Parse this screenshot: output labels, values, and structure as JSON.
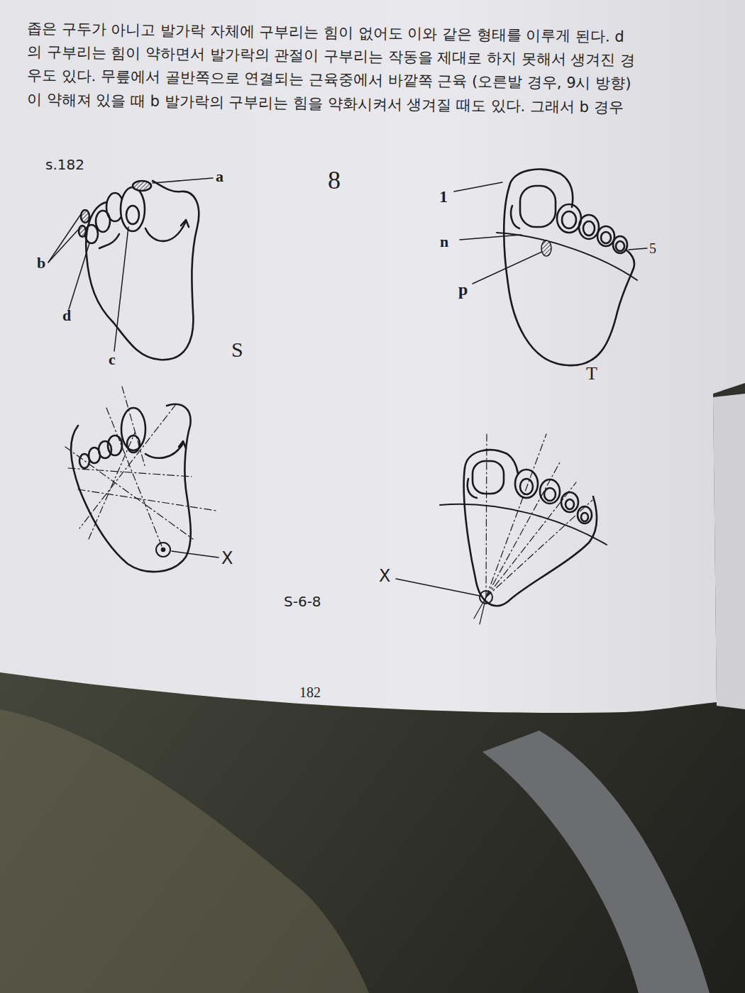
{
  "diagram": {
    "labels": [
      "좁은 구두가 아니고 발가락 자체에 구부리는 힘이 없어도 이와 같은 형태를 이루게 된다. d",
      "의 구부리는 힘이 약하면서 발가락의 관절이 구부리는 작동을 제대로 하지 못해서 생겨진 경",
      "우도 있다. 무릎에서 골반쪽으로 연결되는 근육중에서 바깥쪽 근육 (오른발 경우, 9시 방향)",
      "이 약해져 있을 때 b 발가락의 구부리는 힘을 약화시켜서 생겨질 때도 있다. 그래서 b 경우",
      "s.182",
      "a",
      "8",
      "1",
      "n",
      "5",
      "p",
      "b",
      "d",
      "c",
      "S",
      "T",
      "X",
      "X",
      "S-6-8",
      "182"
    ]
  }
}
